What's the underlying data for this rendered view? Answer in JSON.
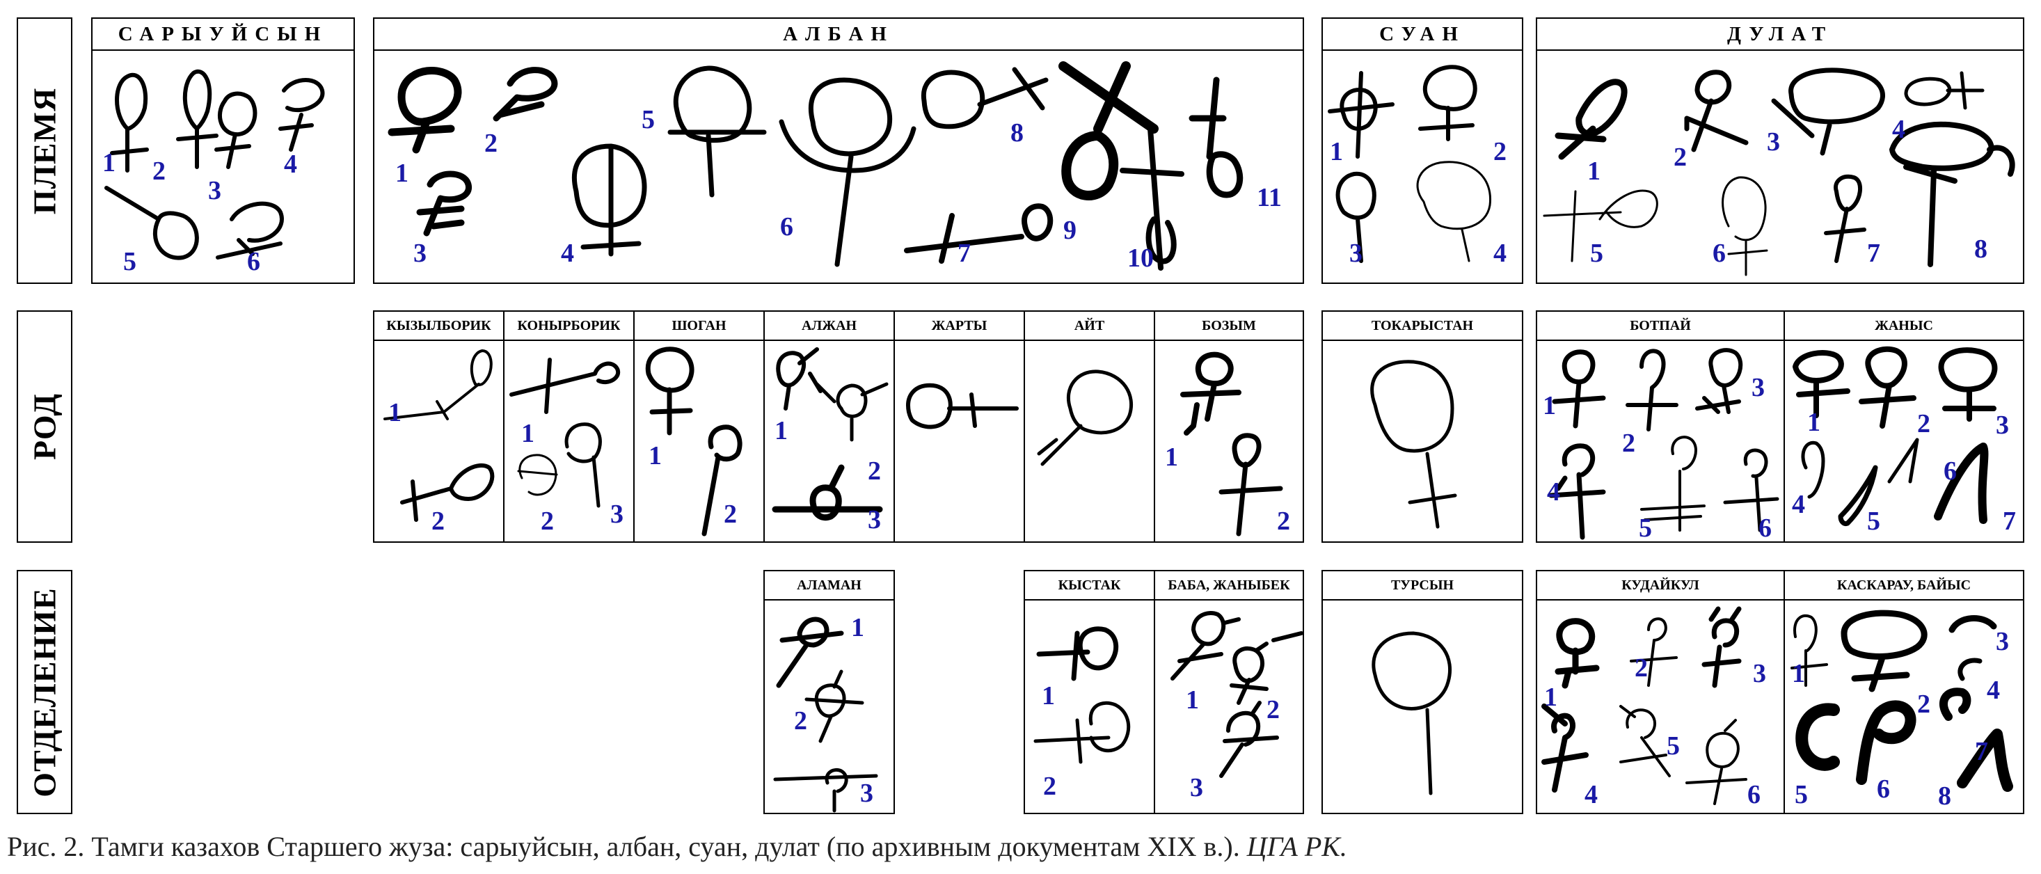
{
  "rows": {
    "tribe": "ПЛЕМЯ",
    "clan": "РОД",
    "branch": "ОТДЕЛЕНИЕ"
  },
  "tribes": {
    "saryuysyn": "САРЫУЙСЫН",
    "alban": "АЛБАН",
    "suan": "СУАН",
    "dulat": "ДУЛАТ"
  },
  "clans": {
    "kyzylborik": "КЫЗЫЛБОРИК",
    "konyrborik": "КОНЫРБОРИК",
    "shogan": "ШОГАН",
    "aljan": "АЛЖАН",
    "zharty": "ЖАРТЫ",
    "ait": "АЙТ",
    "bozym": "БОЗЫМ",
    "tokarystan": "ТОКАРЫСТАН",
    "botpai": "БОТПАЙ",
    "zhanys": "ЖАНЫС"
  },
  "branches": {
    "alaman": "АЛАМАН",
    "kystak": "КЫСТАК",
    "baba": "БАБА, ЖАНЫБЕК",
    "tursyn": "ТУРСЫН",
    "kudaikul": "КУДАЙКУЛ",
    "kaskarau": "КАСКАРАУ, БАЙЫС"
  },
  "numbers": {
    "n1": "1",
    "n2": "2",
    "n3": "3",
    "n4": "4",
    "n5": "5",
    "n6": "6",
    "n7": "7",
    "n8": "8",
    "n9": "9",
    "n10": "10",
    "n11": "11"
  },
  "caption": {
    "text": "Рис. 2. Тамги казахов Старшего жуза: сарыуйсын, албан, суан, дулат (по архивным документам XIX в.). ",
    "source": "ЦГА РК."
  },
  "colors": {
    "number": "#1a1aa6",
    "stroke": "#000000",
    "border": "#000000"
  }
}
